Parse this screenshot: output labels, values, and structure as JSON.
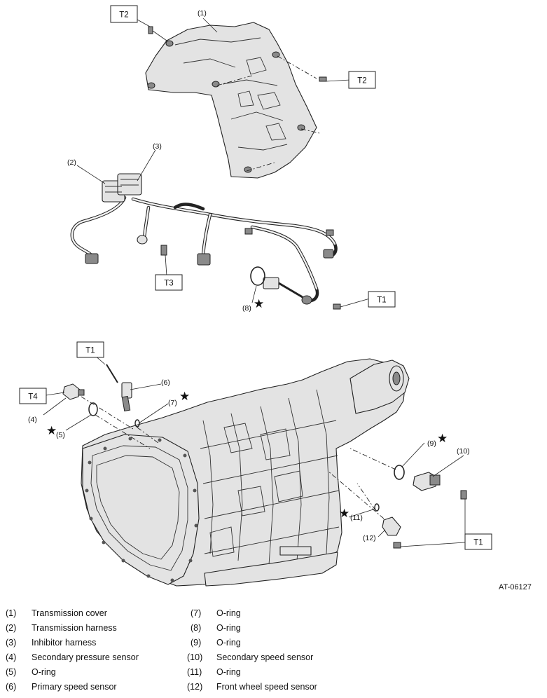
{
  "figure_code": "AT-06127",
  "torque_labels": {
    "t1": "T1",
    "t2": "T2",
    "t3": "T3",
    "t4": "T4"
  },
  "callouts": [
    "(1)",
    "(2)",
    "(3)",
    "(4)",
    "(5)",
    "(6)",
    "(7)",
    "(8)",
    "(9)",
    "(10)",
    "(11)",
    "(12)"
  ],
  "star_symbol": "★",
  "legend": [
    {
      "num": "(1)",
      "text": "Transmission cover"
    },
    {
      "num": "(2)",
      "text": "Transmission harness"
    },
    {
      "num": "(3)",
      "text": "Inhibitor harness"
    },
    {
      "num": "(4)",
      "text": "Secondary pressure sensor"
    },
    {
      "num": "(5)",
      "text": "O-ring"
    },
    {
      "num": "(6)",
      "text": "Primary speed sensor"
    },
    {
      "num": "(7)",
      "text": "O-ring"
    },
    {
      "num": "(8)",
      "text": "O-ring"
    },
    {
      "num": "(9)",
      "text": "O-ring"
    },
    {
      "num": "(10)",
      "text": "Secondary speed sensor"
    },
    {
      "num": "(11)",
      "text": "O-ring"
    },
    {
      "num": "(12)",
      "text": "Front wheel speed sensor"
    }
  ]
}
